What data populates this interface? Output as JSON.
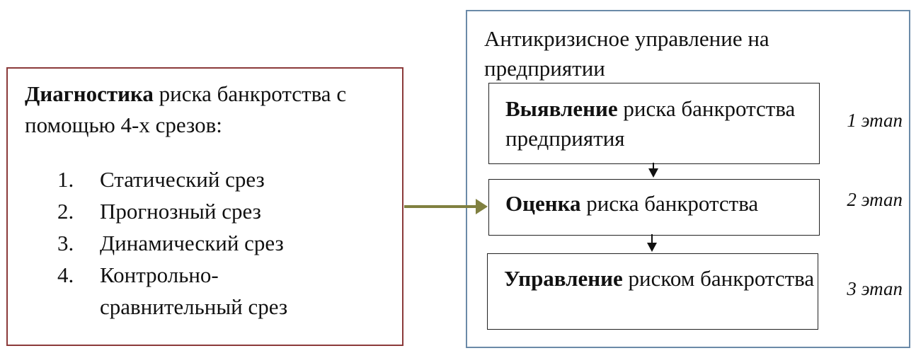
{
  "left_panel": {
    "heading_bold": "Диагностика",
    "heading_rest": " риска банкротства с помощью 4-х срезов:",
    "items": [
      {
        "num": "1.",
        "text": "Статический срез"
      },
      {
        "num": "2.",
        "text": "Прогнозный срез"
      },
      {
        "num": "3.",
        "text": "Динамический срез"
      },
      {
        "num": "4.",
        "text": "Контрольно-сравнительный срез"
      }
    ]
  },
  "right_panel": {
    "title": "Антикризисное управление на предприятии",
    "stages": [
      {
        "bold": "Выявление",
        "rest": " риска банкротства предприятия",
        "label": "1 этап"
      },
      {
        "bold": "Оценка",
        "rest": " риска банкротства",
        "label": "2 этап"
      },
      {
        "bold": "Управление",
        "rest": " риском банкротства",
        "label": "3 этап"
      }
    ]
  },
  "colors": {
    "left_border": "#8b3a3a",
    "right_border": "#6b8aa8",
    "connector_arrow": "#808040",
    "flow_arrows": "#111111"
  }
}
